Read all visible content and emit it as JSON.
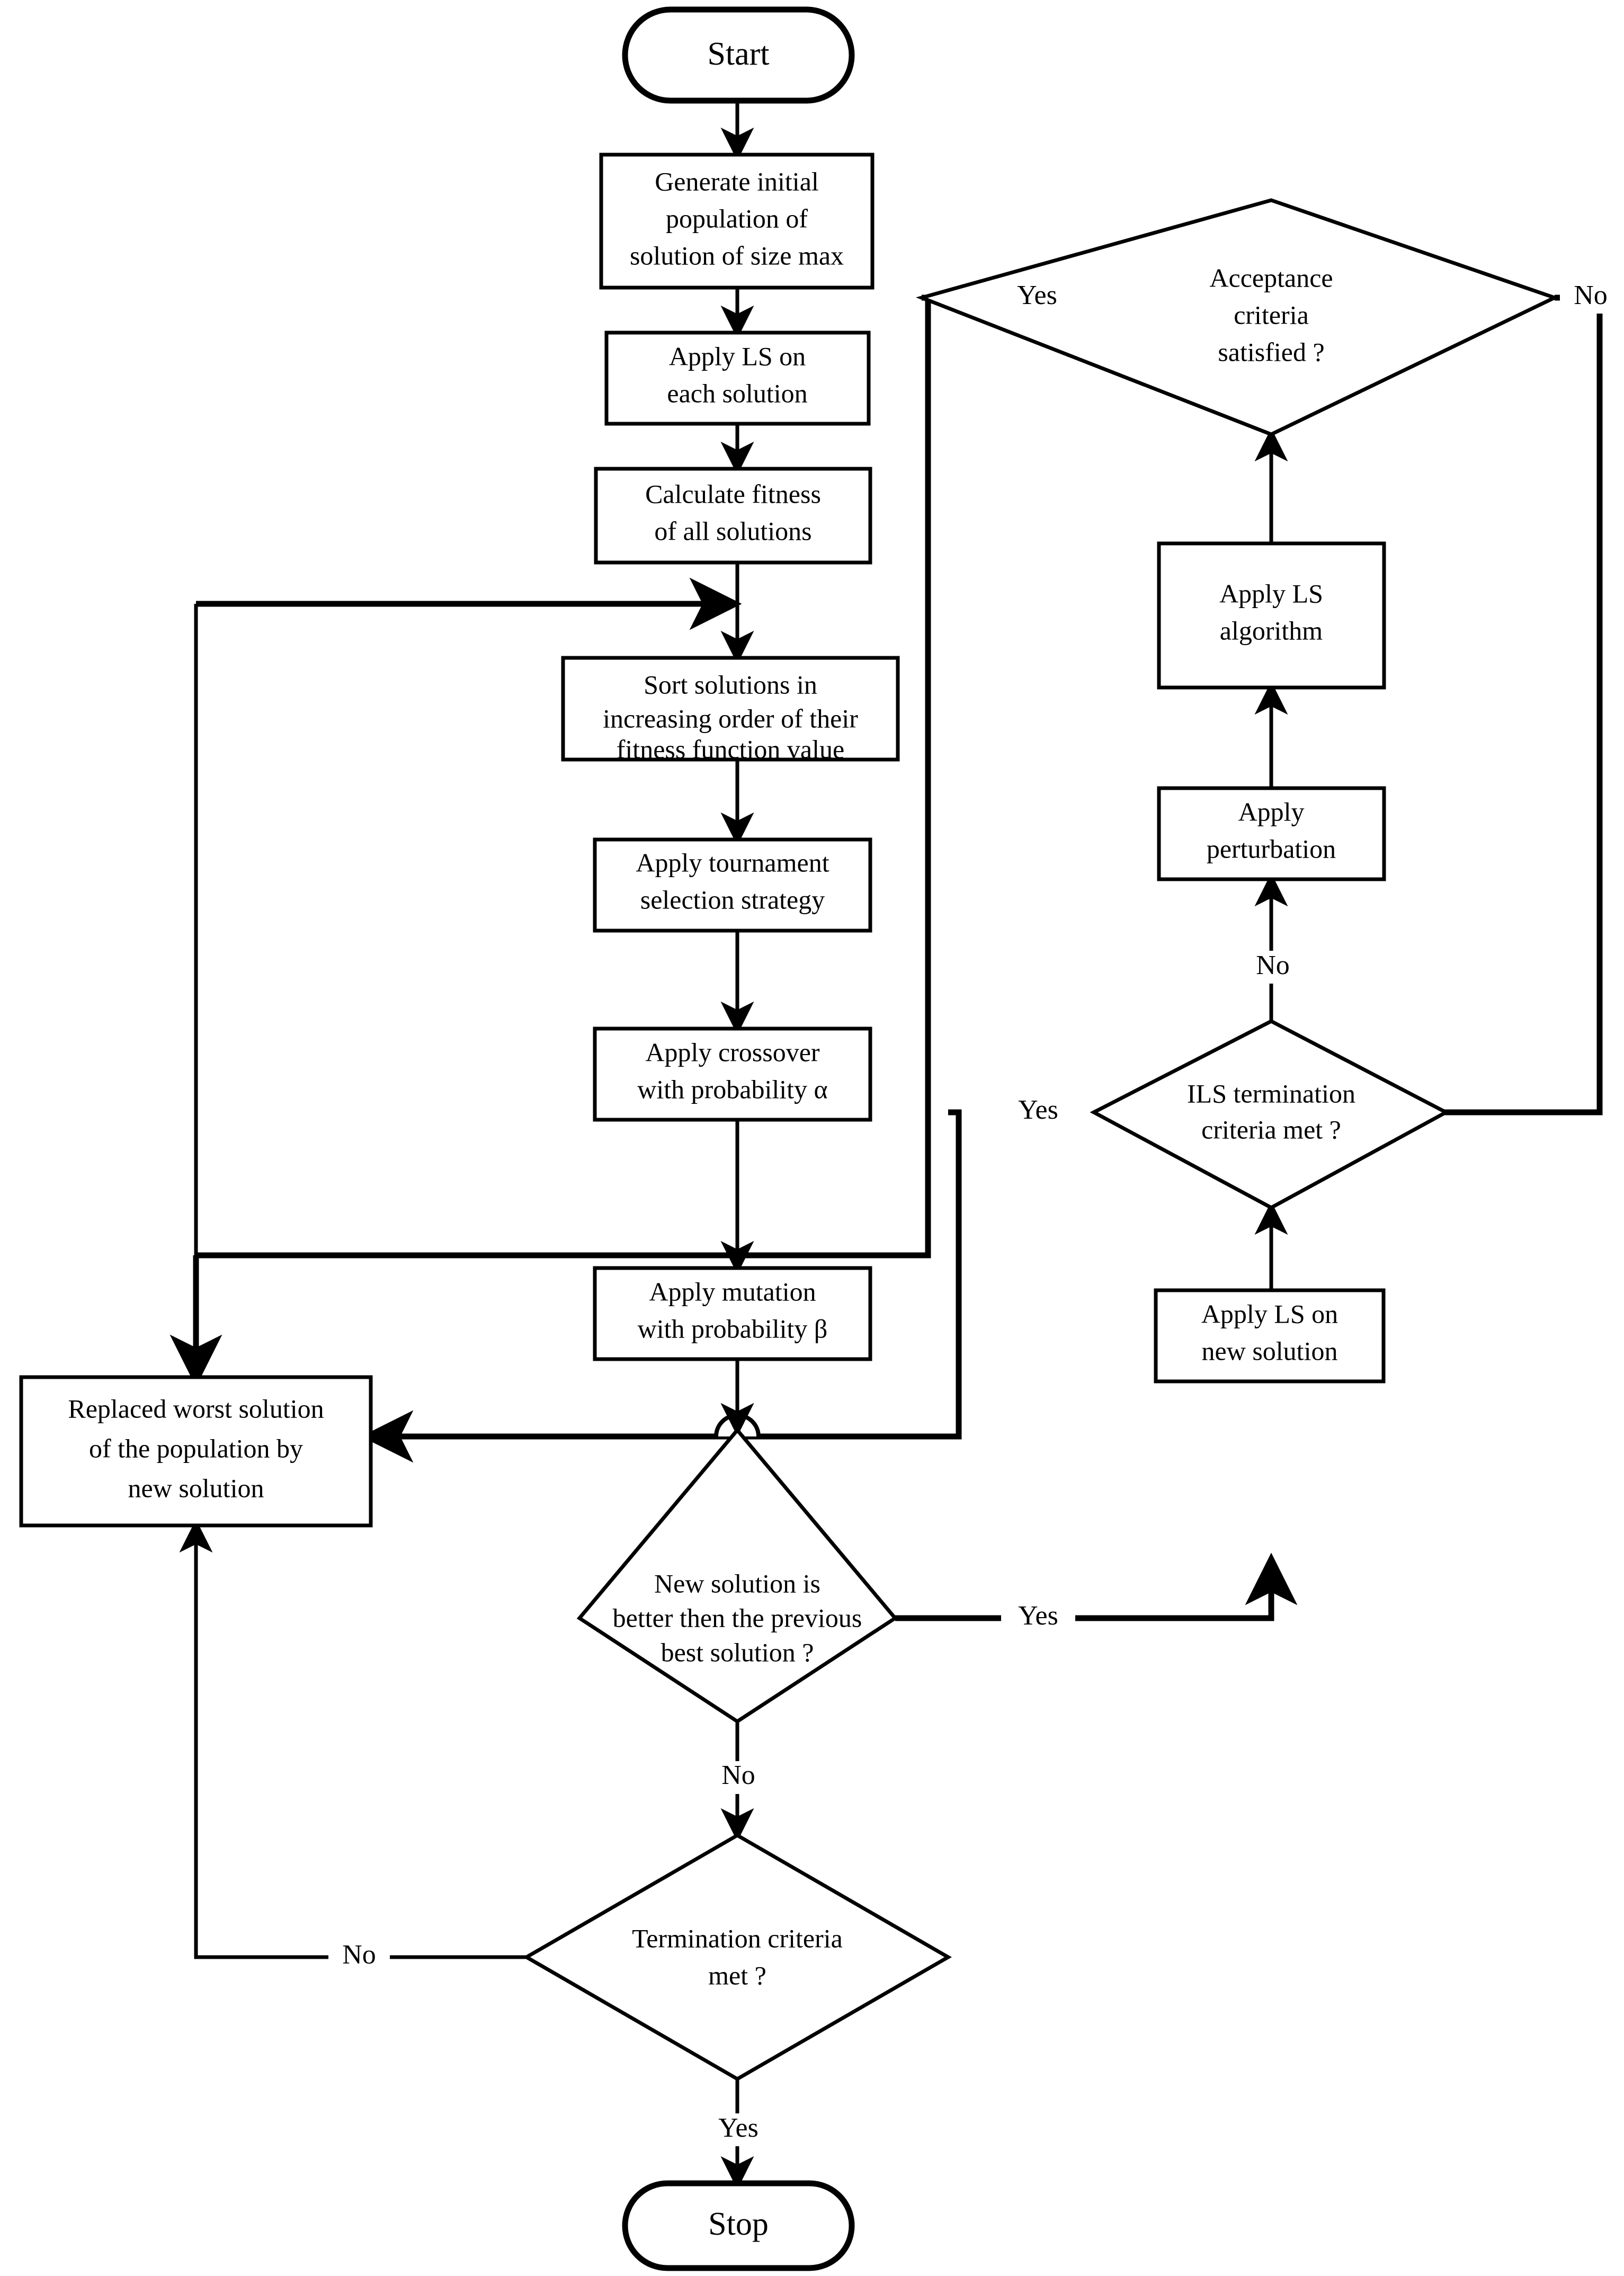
{
  "diagram": {
    "title": "Hybrid Genetic Algorithm with Iterated Local Search flowchart",
    "background": "#ffffff",
    "line_color": "#000000",
    "nodes": {
      "start": {
        "label": "Start",
        "type": "terminator"
      },
      "generate": {
        "label_lines": [
          "Generate initial",
          "population of",
          "solution of size max"
        ],
        "type": "process"
      },
      "apply_ls_each": {
        "label_lines": [
          "Apply LS on",
          "each solution"
        ],
        "type": "process"
      },
      "calc_fitness": {
        "label_lines": [
          "Calculate fitness",
          "of all solutions"
        ],
        "type": "process"
      },
      "sort": {
        "label_lines": [
          "Sort solutions in",
          "increasing order of their",
          "fitness function value"
        ],
        "type": "process"
      },
      "tournament": {
        "label_lines": [
          "Apply tournament",
          "selection strategy"
        ],
        "type": "process"
      },
      "crossover": {
        "label_lines": [
          "Apply crossover",
          "with probability α"
        ],
        "type": "process"
      },
      "mutation": {
        "label_lines": [
          "Apply mutation",
          "with probability β"
        ],
        "type": "process"
      },
      "replace_worst": {
        "label_lines": [
          "Replaced worst solution",
          "of the population by",
          "new solution"
        ],
        "type": "process"
      },
      "new_better": {
        "label_lines": [
          "New solution is",
          "better then the previous",
          "best solution ?"
        ],
        "type": "decision"
      },
      "termination": {
        "label_lines": [
          "Termination criteria",
          "met ?"
        ],
        "type": "decision"
      },
      "stop": {
        "label": "Stop",
        "type": "terminator"
      },
      "apply_ls_new": {
        "label_lines": [
          "Apply LS on",
          "new solution"
        ],
        "type": "process"
      },
      "ils_termination": {
        "label_lines": [
          "ILS termination",
          "criteria met ?"
        ],
        "type": "decision"
      },
      "perturbation": {
        "label_lines": [
          "Apply",
          "perturbation"
        ],
        "type": "process"
      },
      "apply_ls_alg": {
        "label_lines": [
          "Apply LS",
          "algorithm"
        ],
        "type": "process"
      },
      "acceptance": {
        "label_lines": [
          "Acceptance",
          "criteria",
          "satisfied ?"
        ],
        "type": "decision"
      }
    },
    "edge_labels": {
      "acceptance_yes": "Yes",
      "acceptance_no": "No",
      "ils_yes": "Yes",
      "ils_no": "No",
      "new_better_yes": "Yes",
      "new_better_no": "No",
      "termination_no": "No",
      "termination_yes": "Yes"
    }
  }
}
